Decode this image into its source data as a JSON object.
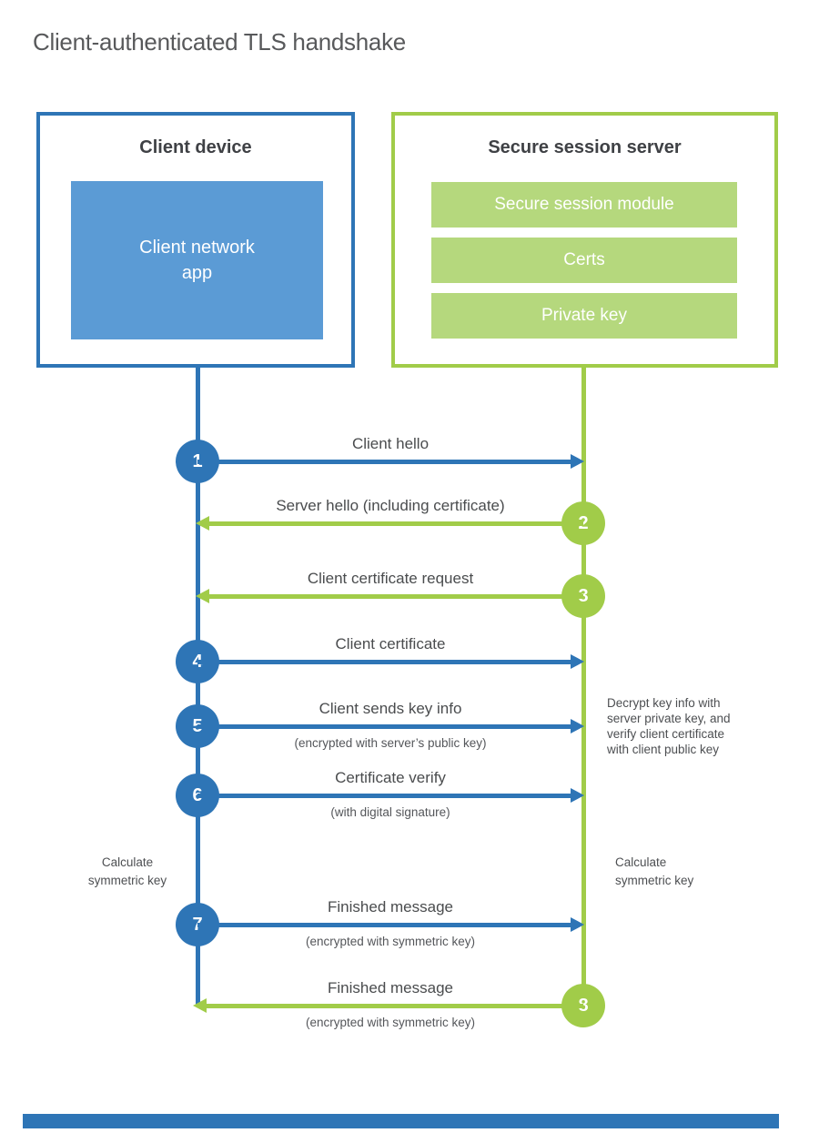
{
  "title": "Client-authenticated TLS handshake",
  "colors": {
    "blue_stroke": "#2e75b6",
    "blue_fill": "#5b9bd5",
    "green_stroke": "#a1cc49",
    "green_fill": "#b5d87d",
    "text_dark": "#3f4145",
    "text_gray": "#58595b"
  },
  "client": {
    "title": "Client device",
    "app": "Client network\napp"
  },
  "server": {
    "title": "Secure session server",
    "modules": [
      "Secure session module",
      "Certs",
      "Private key"
    ]
  },
  "steps": [
    {
      "num": "1",
      "label": "Client hello",
      "sub": "",
      "direction": "client-to-server"
    },
    {
      "num": "2",
      "label": "Server hello (including certificate)",
      "sub": "",
      "direction": "server-to-client"
    },
    {
      "num": "3",
      "label": "Client certificate request",
      "sub": "",
      "direction": "server-to-client"
    },
    {
      "num": "4",
      "label": "Client certificate",
      "sub": "",
      "direction": "client-to-server"
    },
    {
      "num": "5",
      "label": "Client sends key info",
      "sub": "(encrypted with server’s public key)",
      "direction": "client-to-server"
    },
    {
      "num": "6",
      "label": "Certificate verify",
      "sub": "(with digital signature)",
      "direction": "client-to-server"
    },
    {
      "num": "7",
      "label": "Finished message",
      "sub": "(encrypted with symmetric key)",
      "direction": "client-to-server"
    },
    {
      "num": "8",
      "label": "Finished message",
      "sub": "(encrypted with symmetric key)",
      "direction": "server-to-client"
    }
  ],
  "notes": {
    "decrypt": "Decrypt key info with\nserver private key, and\nverify client certificate\nwith client public key",
    "calc_left": "Calculate\nsymmetric key",
    "calc_right": "Calculate\nsymmetric key"
  }
}
